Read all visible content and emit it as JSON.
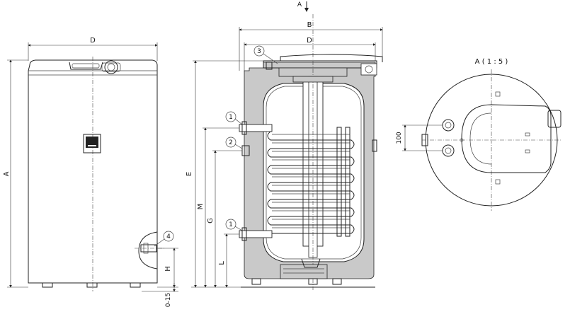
{
  "dimension_labels": {
    "A": "A",
    "B": "B",
    "D": "D",
    "E": "E",
    "G": "G",
    "H": "H",
    "L": "L",
    "M": "M",
    "H_offset": "0-15",
    "pipe_spacing": "100"
  },
  "view_labels": {
    "section_arrow": "A",
    "detail_view": "A ( 1 : 5 )"
  },
  "callouts": [
    "1",
    "2",
    "1",
    "3",
    "4"
  ]
}
